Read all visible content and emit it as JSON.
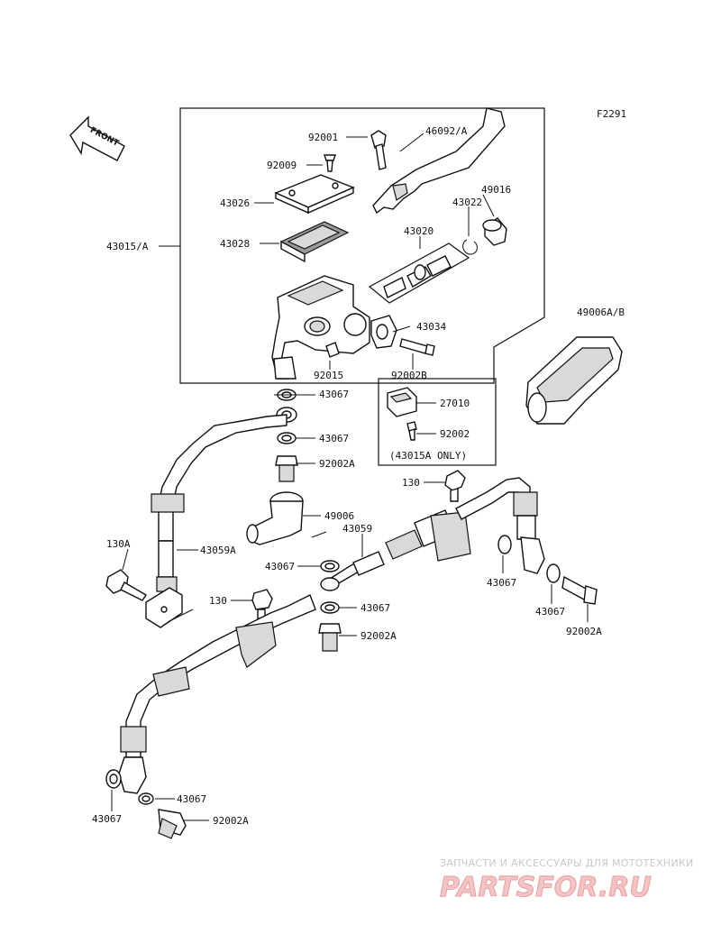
{
  "figure_code": "F2291",
  "front_label": "FRONT",
  "callouts": [
    {
      "id": "c1",
      "text": "92001"
    },
    {
      "id": "c2",
      "text": "46092/A"
    },
    {
      "id": "c3",
      "text": "92009"
    },
    {
      "id": "c4",
      "text": "49016"
    },
    {
      "id": "c5",
      "text": "43022"
    },
    {
      "id": "c6",
      "text": "43026"
    },
    {
      "id": "c7",
      "text": "43020"
    },
    {
      "id": "c8",
      "text": "43015/A"
    },
    {
      "id": "c9",
      "text": "43028"
    },
    {
      "id": "c10",
      "text": "49006A/B"
    },
    {
      "id": "c11",
      "text": "43034"
    },
    {
      "id": "c12",
      "text": "92015"
    },
    {
      "id": "c13",
      "text": "92002B"
    },
    {
      "id": "c14",
      "text": "43067"
    },
    {
      "id": "c15",
      "text": "27010"
    },
    {
      "id": "c16",
      "text": "92002"
    },
    {
      "id": "c17",
      "text": "43067"
    },
    {
      "id": "c18",
      "text": "(43015A ONLY)"
    },
    {
      "id": "c19",
      "text": "92002A"
    },
    {
      "id": "c20",
      "text": "130"
    },
    {
      "id": "c21",
      "text": "49006"
    },
    {
      "id": "c22",
      "text": "43059"
    },
    {
      "id": "c23",
      "text": "130A"
    },
    {
      "id": "c24",
      "text": "43059A"
    },
    {
      "id": "c25",
      "text": "43067"
    },
    {
      "id": "c26",
      "text": "43067"
    },
    {
      "id": "c27",
      "text": "130"
    },
    {
      "id": "c28",
      "text": "43067"
    },
    {
      "id": "c29",
      "text": "43067"
    },
    {
      "id": "c30",
      "text": "92002A"
    },
    {
      "id": "c31",
      "text": "92002A"
    },
    {
      "id": "c32",
      "text": "43067"
    },
    {
      "id": "c33",
      "text": "43067"
    },
    {
      "id": "c34",
      "text": "92002A"
    }
  ],
  "watermark": {
    "tagline": "ЗАПЧАСТИ И АКСЕССУАРЫ ДЛЯ МОТОТЕХНИКИ",
    "brand": "PARTSFOR.RU"
  }
}
